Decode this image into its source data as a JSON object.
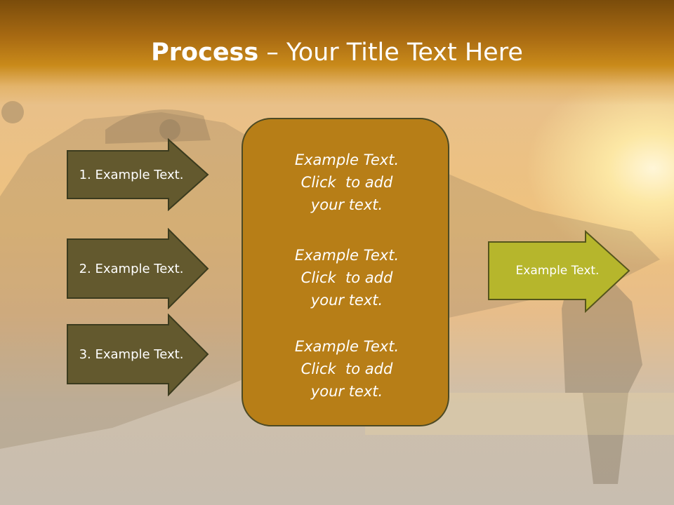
{
  "title": {
    "bold": "Process",
    "rest": " – Your Title Text Here"
  },
  "left_arrows": [
    {
      "label": "1. Example Text."
    },
    {
      "label": "2. Example Text."
    },
    {
      "label": "3. Example Text."
    }
  ],
  "center_box": {
    "blocks": [
      [
        "Example Text.",
        "Click  to add",
        "your text."
      ],
      [
        "Example Text.",
        "Click  to add",
        "your text."
      ],
      [
        "Example Text.",
        "Click  to add",
        "your text."
      ]
    ]
  },
  "right_arrow": {
    "label": "Example Text."
  },
  "colors": {
    "left_arrow_fill": "#63592e",
    "arrow_border": "#3b3b1e",
    "center_fill": "#b77e17",
    "right_arrow_fill": "#b6b62c",
    "title_bar": "#a86a12"
  }
}
